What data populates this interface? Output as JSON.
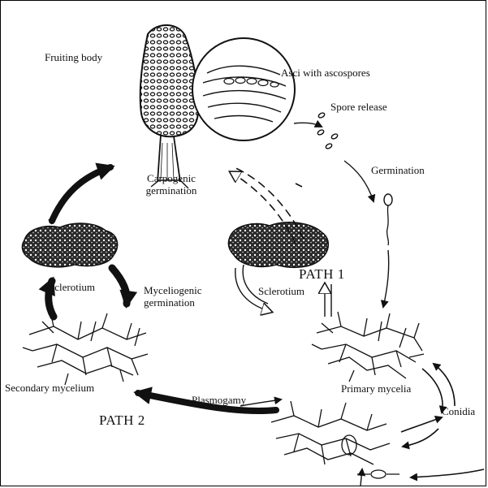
{
  "labels": {
    "fruiting_body": "Fruiting body",
    "asci": "Asci with ascospores",
    "spore_release": "Spore release",
    "germination": "Germination",
    "carpogenic_1": "Carpogenic",
    "carpogenic_2": "germination",
    "sclerotium_left": "Sclerotium",
    "sclerotium_center": "Sclerotium",
    "myceliogenic_1": "Myceliogenic",
    "myceliogenic_2": "germination",
    "path1": "PATH 1",
    "path2": "PATH 2",
    "secondary_mycelium": "Secondary mycelium",
    "plasmogamy": "Plasmogamy",
    "primary_mycelia": "Primary mycelia",
    "conidia": "Conidia"
  },
  "colors": {
    "ink": "#111111",
    "background": "#ffffff"
  }
}
